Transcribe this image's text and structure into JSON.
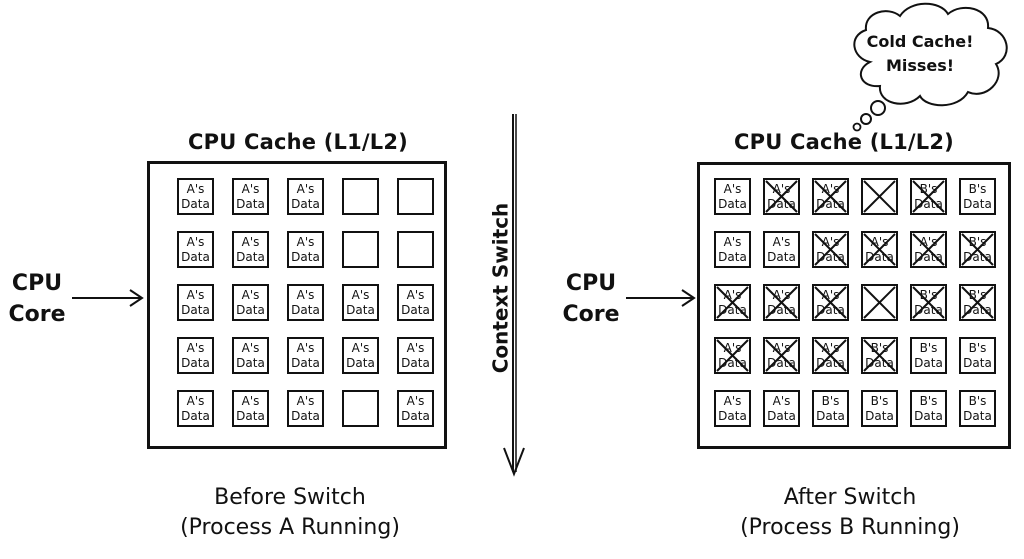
{
  "before": {
    "cache_title": "CPU Cache (L1/L2)",
    "core_label_line1": "CPU",
    "core_label_line2": "Core",
    "caption_line1": "Before Switch",
    "caption_line2": "(Process A Running)",
    "columns": 5,
    "cells": [
      {
        "owner": "A",
        "evicted": false
      },
      {
        "owner": "A",
        "evicted": false
      },
      {
        "owner": "A",
        "evicted": false
      },
      {
        "owner": "",
        "evicted": false
      },
      {
        "owner": "",
        "evicted": false
      },
      {
        "owner": "A",
        "evicted": false
      },
      {
        "owner": "A",
        "evicted": false
      },
      {
        "owner": "A",
        "evicted": false
      },
      {
        "owner": "",
        "evicted": false
      },
      {
        "owner": "",
        "evicted": false
      },
      {
        "owner": "A",
        "evicted": false
      },
      {
        "owner": "A",
        "evicted": false
      },
      {
        "owner": "A",
        "evicted": false
      },
      {
        "owner": "A",
        "evicted": false
      },
      {
        "owner": "A",
        "evicted": false
      },
      {
        "owner": "A",
        "evicted": false
      },
      {
        "owner": "A",
        "evicted": false
      },
      {
        "owner": "A",
        "evicted": false
      },
      {
        "owner": "A",
        "evicted": false
      },
      {
        "owner": "A",
        "evicted": false
      },
      {
        "owner": "A",
        "evicted": false
      },
      {
        "owner": "A",
        "evicted": false
      },
      {
        "owner": "A",
        "evicted": false
      },
      {
        "owner": "",
        "evicted": false
      },
      {
        "owner": "A",
        "evicted": false
      }
    ]
  },
  "transition": {
    "label": "Context Switch"
  },
  "after": {
    "cache_title": "CPU Cache (L1/L2)",
    "core_label_line1": "CPU",
    "core_label_line2": "Core",
    "caption_line1": "After Switch",
    "caption_line2": "(Process B Running)",
    "thought_bubble_line1": "Cold Cache!",
    "thought_bubble_line2": "Misses!",
    "columns": 6,
    "cells": [
      {
        "owner": "A",
        "evicted": false
      },
      {
        "owner": "A",
        "evicted": true
      },
      {
        "owner": "A",
        "evicted": true
      },
      {
        "owner": "",
        "evicted": true
      },
      {
        "owner": "B",
        "evicted": true
      },
      {
        "owner": "B",
        "evicted": false
      },
      {
        "owner": "A",
        "evicted": false
      },
      {
        "owner": "A",
        "evicted": false
      },
      {
        "owner": "A",
        "evicted": true
      },
      {
        "owner": "A",
        "evicted": true
      },
      {
        "owner": "A",
        "evicted": true
      },
      {
        "owner": "B",
        "evicted": true
      },
      {
        "owner": "A",
        "evicted": true
      },
      {
        "owner": "A",
        "evicted": true
      },
      {
        "owner": "A",
        "evicted": true
      },
      {
        "owner": "",
        "evicted": true
      },
      {
        "owner": "B",
        "evicted": true
      },
      {
        "owner": "B",
        "evicted": true
      },
      {
        "owner": "A",
        "evicted": true
      },
      {
        "owner": "A",
        "evicted": true
      },
      {
        "owner": "A",
        "evicted": true
      },
      {
        "owner": "B",
        "evicted": true
      },
      {
        "owner": "B",
        "evicted": false
      },
      {
        "owner": "B",
        "evicted": false
      },
      {
        "owner": "A",
        "evicted": false
      },
      {
        "owner": "A",
        "evicted": false
      },
      {
        "owner": "B",
        "evicted": false
      },
      {
        "owner": "B",
        "evicted": false
      },
      {
        "owner": "B",
        "evicted": false
      },
      {
        "owner": "B",
        "evicted": false
      }
    ]
  },
  "labels": {
    "A_line1": "A's",
    "B_line1": "B's",
    "line2": "Data"
  }
}
